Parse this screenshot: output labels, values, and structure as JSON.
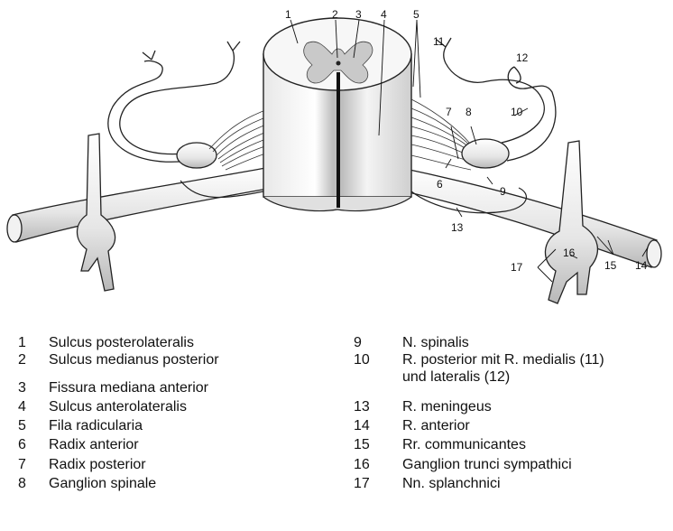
{
  "figure": {
    "callouts": [
      "1",
      "2",
      "3",
      "4",
      "5",
      "6",
      "7",
      "8",
      "9",
      "10",
      "11",
      "12",
      "13",
      "14",
      "15",
      "16",
      "17"
    ]
  },
  "legend": [
    {
      "num": "1",
      "text": "Sulcus posterolateralis"
    },
    {
      "num": "2",
      "text": "Sulcus medianus posterior"
    },
    {
      "num": "3",
      "text": "Fissura mediana anterior"
    },
    {
      "num": "4",
      "text": "Sulcus anterolateralis"
    },
    {
      "num": "5",
      "text": "Fila radicularia"
    },
    {
      "num": "6",
      "text": "Radix anterior"
    },
    {
      "num": "7",
      "text": "Radix posterior"
    },
    {
      "num": "8",
      "text": "Ganglion spinale"
    },
    {
      "num": "9",
      "text": "N. spinalis"
    },
    {
      "num": "10",
      "text": "R. posterior mit R. medialis (11)",
      "text2": "und lateralis (12)"
    },
    {
      "num": "13",
      "text": "R. meningeus"
    },
    {
      "num": "14",
      "text": "R. anterior"
    },
    {
      "num": "15",
      "text": "Rr. communicantes"
    },
    {
      "num": "16",
      "text": "Ganglion trunci sympathici"
    },
    {
      "num": "17",
      "text": "Nn. splanchnici"
    }
  ]
}
